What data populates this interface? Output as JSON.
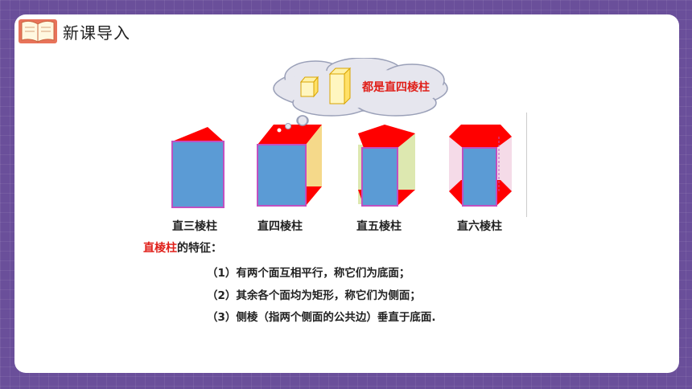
{
  "header": {
    "title": "新课导入"
  },
  "cloud": {
    "text": "都是直四棱柱"
  },
  "prisms": [
    {
      "label": "直三棱柱"
    },
    {
      "label": "直四棱柱"
    },
    {
      "label": "直五棱柱"
    },
    {
      "label": "直六棱柱"
    }
  ],
  "features": {
    "term": "直棱柱",
    "suffix": "的特征：",
    "items": [
      "（1）有两个面互相平行，称它们为底面；",
      "（2）其余各个面均为矩形，称它们为侧面；",
      "（3）侧棱（指两个侧面的公共边）垂直于底面."
    ]
  },
  "colors": {
    "base": "#ff0000",
    "front": "#5b9bd5",
    "edge": "#c050c0",
    "side": "#f4e08a"
  }
}
